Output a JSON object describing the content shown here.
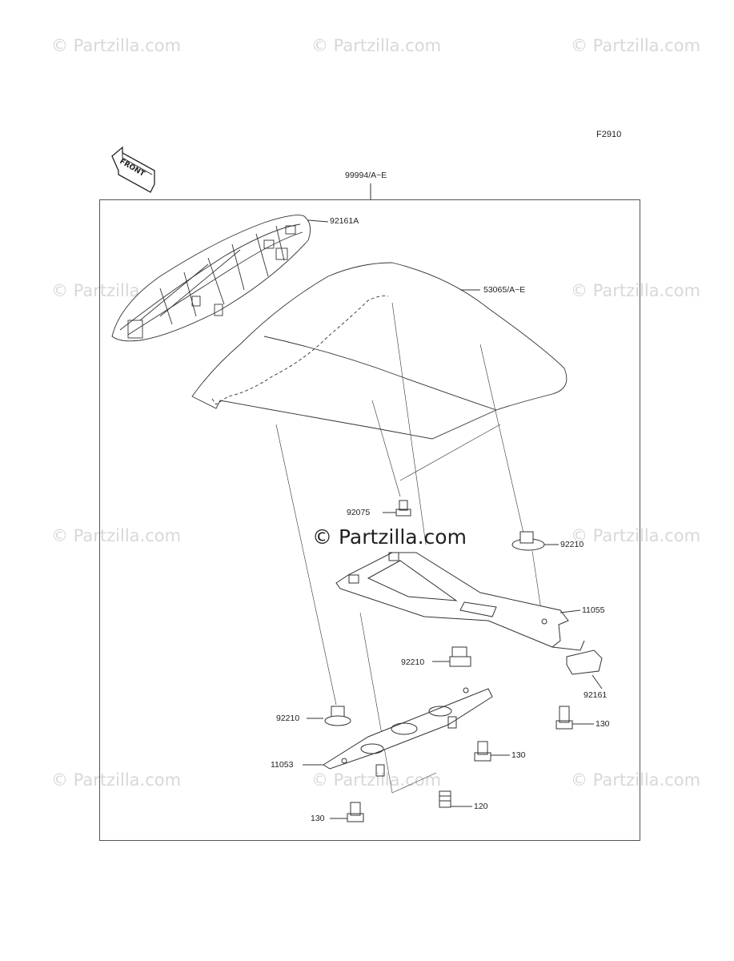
{
  "watermark_text": "© Partzilla.com",
  "center_watermark_text": "© Partzilla.com",
  "figure_id": "F2910",
  "front_arrow_label": "FRONT",
  "assembly_label": "99994/A~E",
  "parts": {
    "p92161a": "92161A",
    "p53065": "53065/A~E",
    "p92075": "92075",
    "p92210_right": "92210",
    "p11055": "11055",
    "p92210_mid": "92210",
    "p92161": "92161",
    "p130_right": "130",
    "p92210_left": "92210",
    "p130_mid": "130",
    "p11053": "11053",
    "p120": "120",
    "p130_left": "130"
  },
  "colors": {
    "line": "#333333",
    "watermark": "#d8d8d8"
  }
}
